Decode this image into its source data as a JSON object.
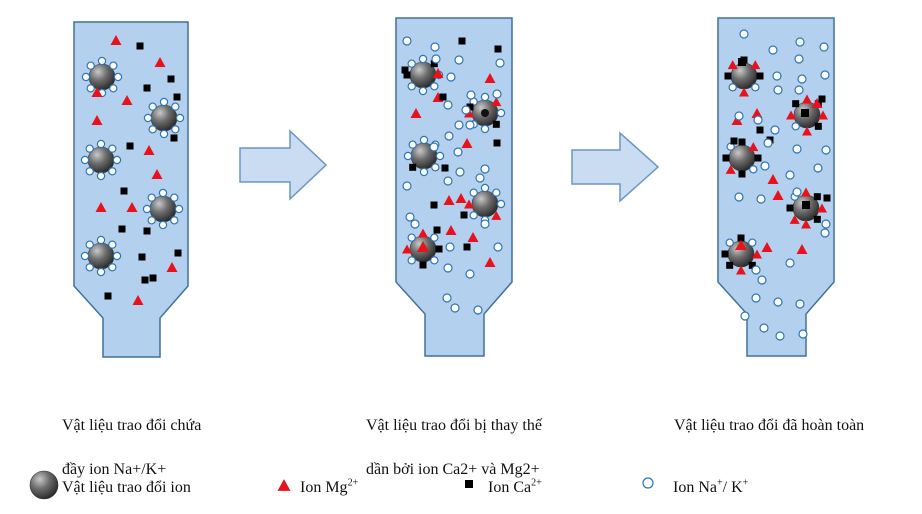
{
  "captions": [
    {
      "line1": "Vật liệu trao đổi chứa",
      "line2": "đầy ion Na+/K+"
    },
    {
      "line1": "Vật liệu trao đổi bị thay thế",
      "line2": "dần bởi ion Ca2+ và Mg2+"
    },
    {
      "line1": "Vật liệu trao đổi đã hoàn toàn",
      "line2": ""
    }
  ],
  "legend": {
    "exchanger": {
      "label": "Vật liệu trao đổi ion",
      "icon": "gray-sphere-icon"
    },
    "mg": {
      "label": "Ion Mg",
      "sup": "2+",
      "icon": "red-triangle-icon",
      "color": "#e8121c"
    },
    "ca": {
      "label": "Ion Ca",
      "sup": "2+",
      "icon": "black-square-icon",
      "color": "#000000"
    },
    "na": {
      "label": "Ion Na",
      "sup": "+",
      "label_tail": "/ K",
      "sup2": "+",
      "icon": "white-circle-icon",
      "color": "#2e75b6"
    }
  },
  "colors": {
    "tank_fill": "#b4d0ef",
    "tank_stroke": "#41719c",
    "arrow_fill": "#c9dcf2",
    "arrow_stroke": "#6b95c4"
  }
}
